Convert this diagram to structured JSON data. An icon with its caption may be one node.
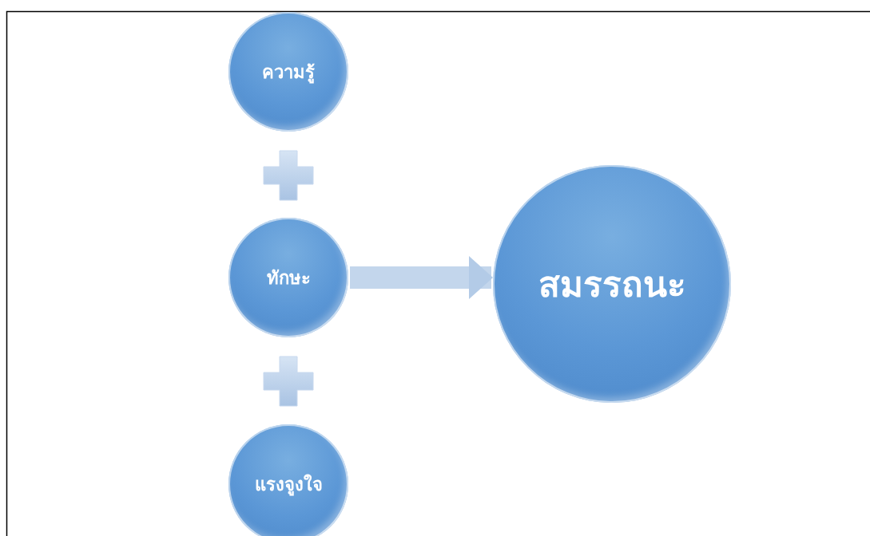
{
  "diagram": {
    "nodes": [
      {
        "text": [
          "ความรู้"
        ]
      },
      {
        "text": [
          "ทักษะ"
        ]
      },
      {
        "text": [
          "แรงจูงใจ"
        ]
      },
      {
        "text": [
          "สมรรถนะ"
        ]
      }
    ],
    "edges": [
      {
        "from": 1,
        "to": 3,
        "arrow": "to"
      }
    ]
  }
}
